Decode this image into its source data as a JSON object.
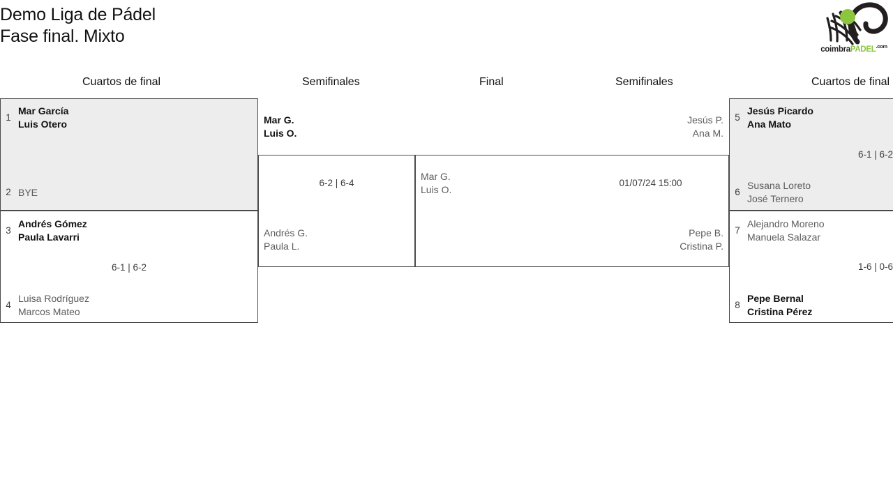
{
  "header": {
    "title_line1": "Demo Liga de Pádel",
    "title_line2": "Fase final. Mixto",
    "logo": {
      "name": "coimbrapadel-logo",
      "text_part1": "coimbra",
      "text_part2": "PADEL",
      "text_part3": ".com",
      "ball_color": "#8cc63f",
      "racket_color": "#231f20"
    }
  },
  "rounds": [
    {
      "id": "qf-left",
      "label": "Cuartos de final"
    },
    {
      "id": "sf-left",
      "label": "Semifinales"
    },
    {
      "id": "final",
      "label": "Final"
    },
    {
      "id": "sf-right",
      "label": "Semifinales"
    },
    {
      "id": "qf-right",
      "label": "Cuartos de final"
    }
  ],
  "bracket": {
    "qf_left": [
      {
        "score": "",
        "top": {
          "seed": "1",
          "players": "Mar García\nLuis Otero",
          "winner": true
        },
        "bottom": {
          "seed": "2",
          "players": "BYE",
          "winner": false
        }
      },
      {
        "score": "6-1 | 6-2",
        "top": {
          "seed": "3",
          "players": "Andrés Gómez\nPaula Lavarri",
          "winner": true
        },
        "bottom": {
          "seed": "4",
          "players": "Luisa Rodríguez\nMarcos Mateo",
          "winner": false
        }
      }
    ],
    "sf_left": [
      {
        "score": "6-2 | 6-4",
        "top": {
          "players": "Mar G.\nLuis O.",
          "winner": true
        },
        "bottom": {
          "players": "Andrés G.\nPaula L.",
          "winner": false
        }
      }
    ],
    "final": [
      {
        "score": "",
        "top": {
          "players": "Mar G.\nLuis O.",
          "winner": false
        },
        "bottom": {
          "players": "",
          "winner": false
        }
      }
    ],
    "sf_right": [
      {
        "score": "01/07/24 15:00",
        "top": {
          "players": "Jesús P.\nAna M.",
          "winner": false
        },
        "bottom": {
          "players": "Pepe B.\nCristina P.",
          "winner": false
        }
      }
    ],
    "qf_right": [
      {
        "score": "6-1 | 6-2",
        "top": {
          "seed": "5",
          "players": "Jesús Picardo\nAna Mato",
          "winner": true
        },
        "bottom": {
          "seed": "6",
          "players": "Susana Loreto\nJosé Ternero",
          "winner": false
        }
      },
      {
        "score": "1-6 | 0-6",
        "top": {
          "seed": "7",
          "players": "Alejandro Moreno\nManuela Salazar",
          "winner": false
        },
        "bottom": {
          "seed": "8",
          "players": "Pepe Bernal\nCristina Pérez",
          "winner": true
        }
      }
    ]
  }
}
